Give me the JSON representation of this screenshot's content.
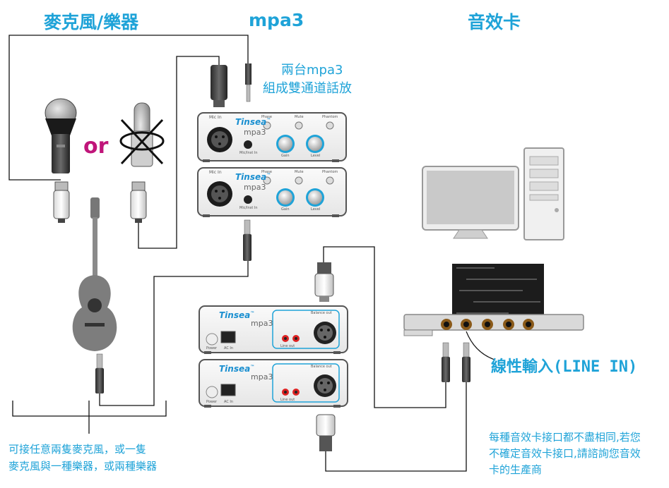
{
  "headers": {
    "mic_instrument": "麥克風/樂器",
    "mpa3": "mpa3",
    "sound_card": "音效卡"
  },
  "notes": {
    "dual_mpa3_line1": "兩台mpa3",
    "dual_mpa3_line2": "組成雙通道話放",
    "combo_line1": "可接任意兩隻麥克風，或一隻",
    "combo_line2": "麥克風與一種樂器，或兩種樂器",
    "soundcard_line1": "每種音效卡接口都不盡相同,若您",
    "soundcard_line2": "不確定音效卡接口,請諮詢您音效",
    "soundcard_line3": "卡的生產商",
    "line_in": "線性輸入(LINE IN)",
    "or": "or"
  },
  "devices": {
    "brand": "Tinsea",
    "tm": "™",
    "model": "mpa3",
    "front": {
      "mic_in": "Mic In",
      "micinst_in": "Mic/Inst In",
      "phase": "Phase",
      "mute": "Mute",
      "phantom": "Phantom",
      "gain": "Gain",
      "level": "Level"
    },
    "rear": {
      "balance_out": "Balance out",
      "line_out": "Line out",
      "power": "Power",
      "ac_in": "AC In"
    }
  },
  "colors": {
    "accent": "#1fa3d8",
    "or_text": "#c0157a",
    "cable": "#111111"
  }
}
